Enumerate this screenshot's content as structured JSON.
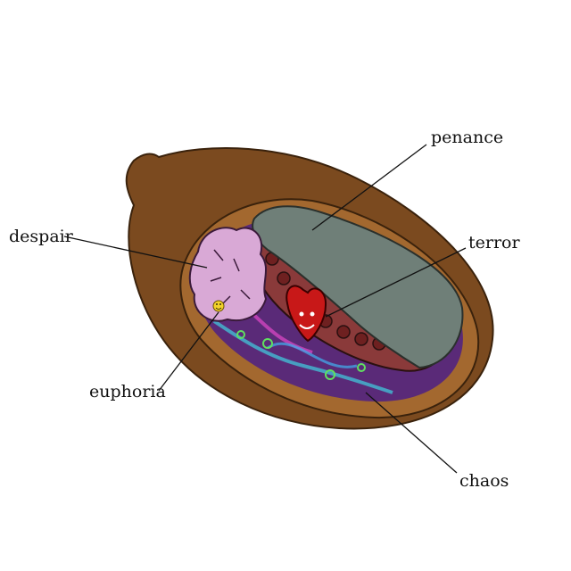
{
  "labels": {
    "penance": "penance",
    "despair": "despair",
    "terror": "terror",
    "euphoria": "euphoria",
    "chaos": "chaos"
  },
  "colors": {
    "shell_outer": "#7b4a1f",
    "shell_inner": "#a3682f",
    "penance": "#6f7f78",
    "band": "#8a3a3a",
    "chaos": "#6a2a8a",
    "despair": "#d9a9d6",
    "terror": "#c81818"
  }
}
